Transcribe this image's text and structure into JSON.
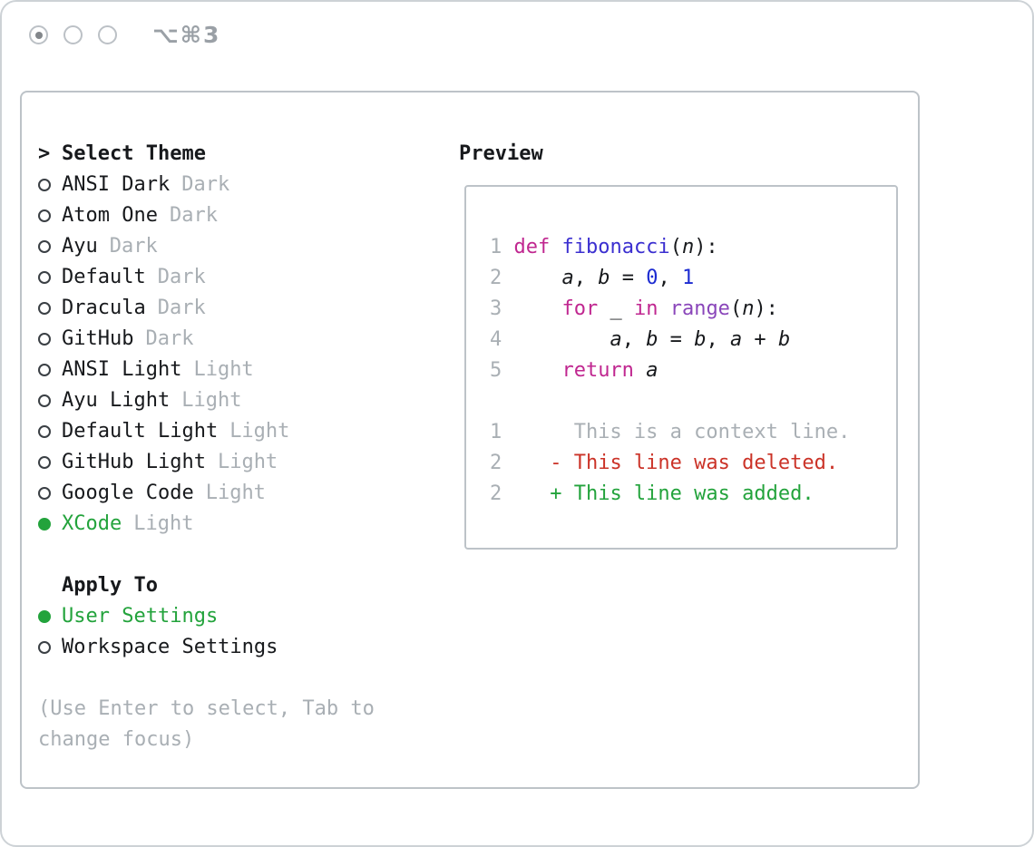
{
  "colors": {
    "accent_green": "#23A33C",
    "diff_red": "#CB3328",
    "muted_gray": "#A9AFB4",
    "keyword_magenta": "#C02790",
    "function_blue": "#3B2FD0",
    "number_blue": "#1C2BD1",
    "type_purple": "#8A46BA",
    "text_black": "#17191C"
  },
  "window": {
    "shortcut": "⌥⌘3",
    "traffic_lights": [
      "active",
      "inactive",
      "inactive"
    ]
  },
  "theme_list": {
    "prompt": ">",
    "title": "Select Theme",
    "items": [
      {
        "name": "ANSI Dark",
        "variant": "Dark",
        "selected": false
      },
      {
        "name": "Atom One",
        "variant": "Dark",
        "selected": false
      },
      {
        "name": "Ayu",
        "variant": "Dark",
        "selected": false
      },
      {
        "name": "Default",
        "variant": "Dark",
        "selected": false
      },
      {
        "name": "Dracula",
        "variant": "Dark",
        "selected": false
      },
      {
        "name": "GitHub",
        "variant": "Dark",
        "selected": false
      },
      {
        "name": "ANSI Light",
        "variant": "Light",
        "selected": false
      },
      {
        "name": "Ayu Light",
        "variant": "Light",
        "selected": false
      },
      {
        "name": "Default Light",
        "variant": "Light",
        "selected": false
      },
      {
        "name": "GitHub Light",
        "variant": "Light",
        "selected": false
      },
      {
        "name": "Google Code",
        "variant": "Light",
        "selected": false
      },
      {
        "name": "XCode",
        "variant": "Light",
        "selected": true
      }
    ]
  },
  "apply_to": {
    "title": "Apply To",
    "options": [
      {
        "label": "User Settings",
        "selected": true
      },
      {
        "label": "Workspace Settings",
        "selected": false
      }
    ]
  },
  "hint": "(Use Enter to select, Tab to change focus)",
  "preview": {
    "title": "Preview",
    "lines": [
      {
        "num": "1",
        "tokens": [
          {
            "t": "def",
            "c": "kw"
          },
          {
            "t": " ",
            "c": "pl"
          },
          {
            "t": "fibonacci",
            "c": "fn"
          },
          {
            "t": "(",
            "c": "pl"
          },
          {
            "t": "n",
            "c": "var"
          },
          {
            "t": "):",
            "c": "pl"
          }
        ]
      },
      {
        "num": "2",
        "tokens": [
          {
            "t": "    ",
            "c": "pl"
          },
          {
            "t": "a",
            "c": "var"
          },
          {
            "t": ", ",
            "c": "pl"
          },
          {
            "t": "b",
            "c": "var"
          },
          {
            "t": " = ",
            "c": "pl"
          },
          {
            "t": "0",
            "c": "num"
          },
          {
            "t": ", ",
            "c": "pl"
          },
          {
            "t": "1",
            "c": "num"
          }
        ]
      },
      {
        "num": "3",
        "tokens": [
          {
            "t": "    ",
            "c": "pl"
          },
          {
            "t": "for",
            "c": "kw"
          },
          {
            "t": " _ ",
            "c": "pl"
          },
          {
            "t": "in",
            "c": "kw"
          },
          {
            "t": " ",
            "c": "pl"
          },
          {
            "t": "range",
            "c": "ty"
          },
          {
            "t": "(",
            "c": "pl"
          },
          {
            "t": "n",
            "c": "var"
          },
          {
            "t": "):",
            "c": "pl"
          }
        ]
      },
      {
        "num": "4",
        "tokens": [
          {
            "t": "        ",
            "c": "pl"
          },
          {
            "t": "a",
            "c": "var"
          },
          {
            "t": ", ",
            "c": "pl"
          },
          {
            "t": "b",
            "c": "var"
          },
          {
            "t": " = ",
            "c": "pl"
          },
          {
            "t": "b",
            "c": "var"
          },
          {
            "t": ", ",
            "c": "pl"
          },
          {
            "t": "a",
            "c": "var"
          },
          {
            "t": " + ",
            "c": "pl"
          },
          {
            "t": "b",
            "c": "var"
          }
        ]
      },
      {
        "num": "5",
        "tokens": [
          {
            "t": "    ",
            "c": "pl"
          },
          {
            "t": "return",
            "c": "kw"
          },
          {
            "t": " ",
            "c": "pl"
          },
          {
            "t": "a",
            "c": "var"
          }
        ]
      },
      {
        "num": "",
        "tokens": []
      },
      {
        "num": "1",
        "tokens": [
          {
            "t": "     This is a context line.",
            "c": "ctx"
          }
        ]
      },
      {
        "num": "2",
        "tokens": [
          {
            "t": "   ",
            "c": "pl"
          },
          {
            "t": "- This line was deleted.",
            "c": "del"
          }
        ]
      },
      {
        "num": "2",
        "tokens": [
          {
            "t": "   ",
            "c": "pl"
          },
          {
            "t": "+ This line was added.",
            "c": "add"
          }
        ]
      }
    ]
  }
}
